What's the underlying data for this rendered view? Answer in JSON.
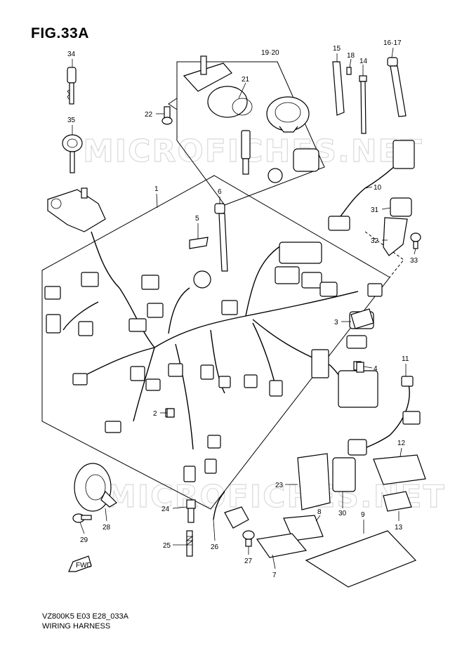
{
  "figure": {
    "title": "FIG.33A",
    "code": "VZ800K5 E03 E28_033A",
    "name": "WIRING HARNESS"
  },
  "watermark": "MICROFICHES.NET",
  "callouts": [
    {
      "id": "c34",
      "label": "34"
    },
    {
      "id": "c35",
      "label": "35"
    },
    {
      "id": "c19_20",
      "label": "19·20"
    },
    {
      "id": "c21",
      "label": "21"
    },
    {
      "id": "c22",
      "label": "22"
    },
    {
      "id": "c15",
      "label": "15"
    },
    {
      "id": "c18",
      "label": "18"
    },
    {
      "id": "c14",
      "label": "14"
    },
    {
      "id": "c16_17",
      "label": "16·17"
    },
    {
      "id": "c1",
      "label": "1"
    },
    {
      "id": "c6",
      "label": "6"
    },
    {
      "id": "c5",
      "label": "5"
    },
    {
      "id": "c10",
      "label": "10"
    },
    {
      "id": "c31",
      "label": "31"
    },
    {
      "id": "c32",
      "label": "32"
    },
    {
      "id": "c33",
      "label": "33"
    },
    {
      "id": "c3",
      "label": "3"
    },
    {
      "id": "c4",
      "label": "4"
    },
    {
      "id": "c11",
      "label": "11"
    },
    {
      "id": "c2",
      "label": "2"
    },
    {
      "id": "c12",
      "label": "12"
    },
    {
      "id": "c23",
      "label": "23"
    },
    {
      "id": "c8",
      "label": "8"
    },
    {
      "id": "c30",
      "label": "30"
    },
    {
      "id": "c9",
      "label": "9"
    },
    {
      "id": "c13",
      "label": "13"
    },
    {
      "id": "c24",
      "label": "24"
    },
    {
      "id": "c28",
      "label": "28"
    },
    {
      "id": "c29",
      "label": "29"
    },
    {
      "id": "c25",
      "label": "25"
    },
    {
      "id": "c26",
      "label": "26"
    },
    {
      "id": "c27",
      "label": "27"
    },
    {
      "id": "c7",
      "label": "7"
    }
  ],
  "fwd_label": "FWD"
}
